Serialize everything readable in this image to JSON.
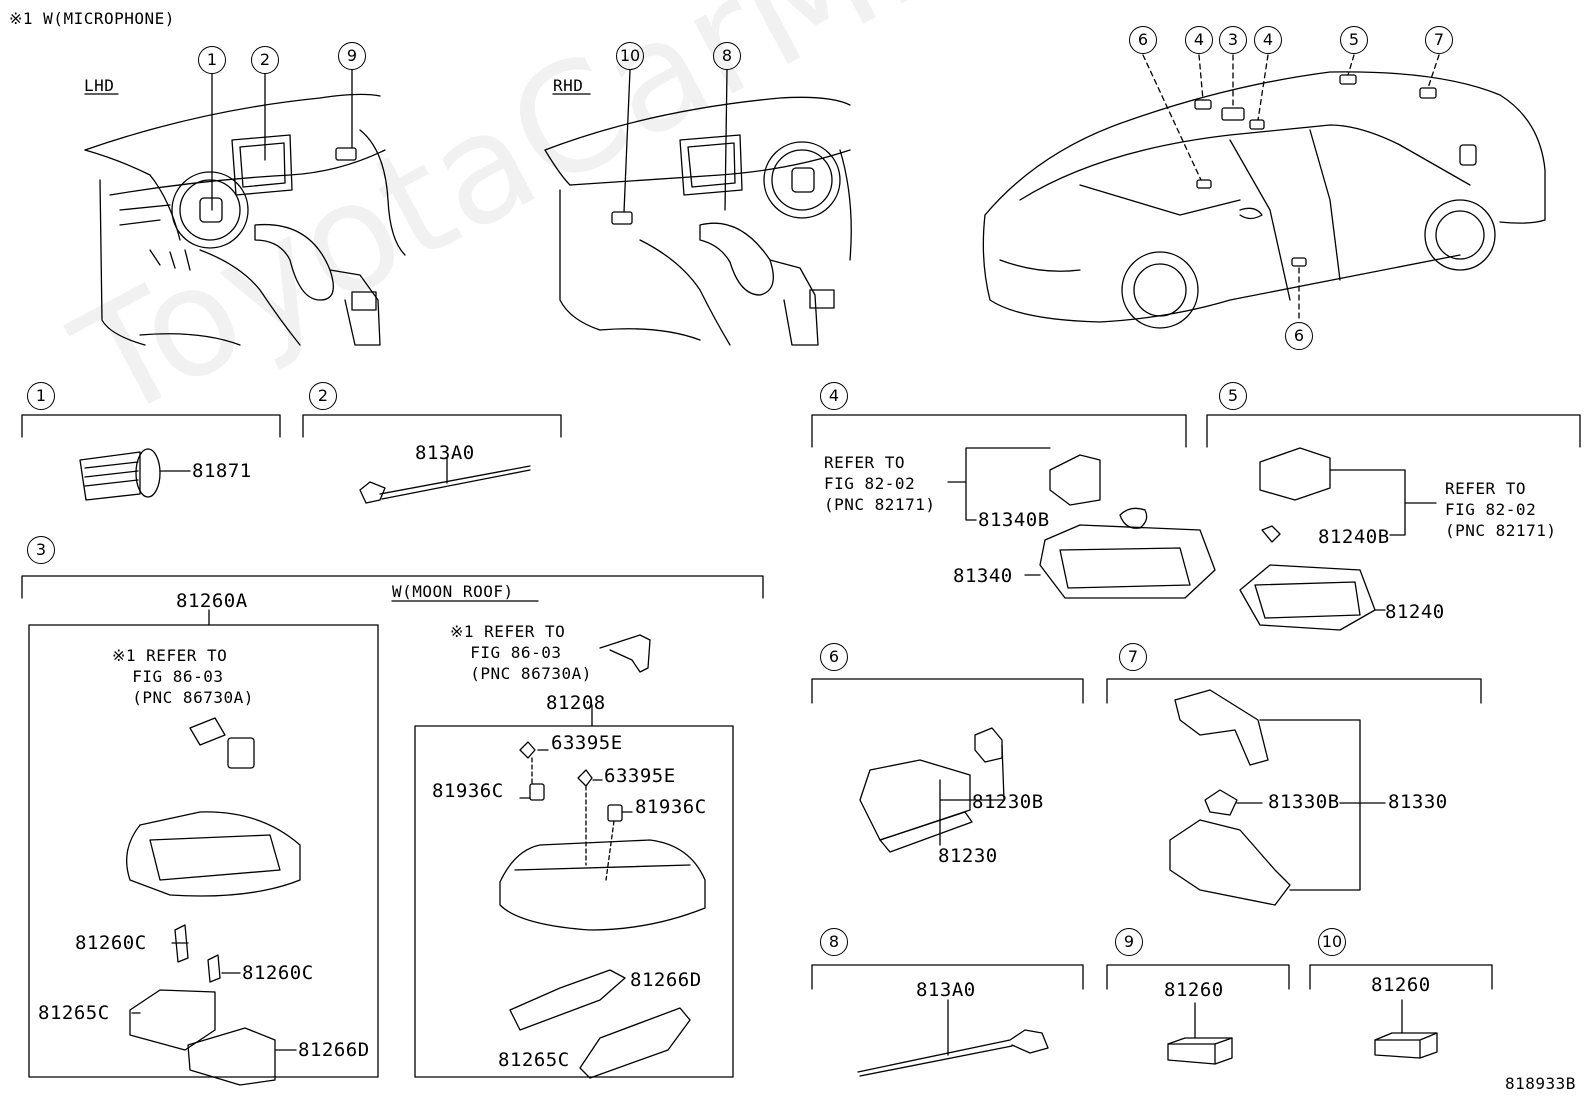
{
  "header_note": "※1 W(MICROPHONE)",
  "views": {
    "lhd": "LHD",
    "rhd": "RHD"
  },
  "callouts": {
    "c1": "1",
    "c2": "2",
    "c3": "3",
    "c4": "4",
    "c5": "5",
    "c6": "6",
    "c7": "7",
    "c8": "8",
    "c9": "9",
    "c10": "10"
  },
  "parts": {
    "p81871": "81871",
    "p813A0_2": "813A0",
    "p81260A": "81260A",
    "moon_roof": "W(MOON ROOF)",
    "ref_8603_a": "※1 REFER TO\n  FIG 86-03\n  (PNC 86730A)",
    "ref_8603_b": "※1 REFER TO\n  FIG 86-03\n  (PNC 86730A)",
    "p81208": "81208",
    "p63395E_1": "63395E",
    "p63395E_2": "63395E",
    "p81936C_1": "81936C",
    "p81936C_2": "81936C",
    "p81260C_1": "81260C",
    "p81260C_2": "81260C",
    "p81265C_1": "81265C",
    "p81266D_1": "81266D",
    "p81266D_2": "81266D",
    "p81265C_2": "81265C",
    "ref_8202_a": "REFER TO\nFIG 82-02\n(PNC 82171)",
    "p81340B": "81340B",
    "p81340": "81340",
    "ref_8202_b": "REFER TO\nFIG 82-02\n(PNC 82171)",
    "p81240B": "81240B",
    "p81240": "81240",
    "p81230B": "81230B",
    "p81230": "81230",
    "p81330B": "81330B",
    "p81330": "81330",
    "p813A0_8": "813A0",
    "p81260_9": "81260",
    "p81260_10": "81260"
  },
  "figure_id": "818933B",
  "watermark": "ToyotaCarMine.ru"
}
